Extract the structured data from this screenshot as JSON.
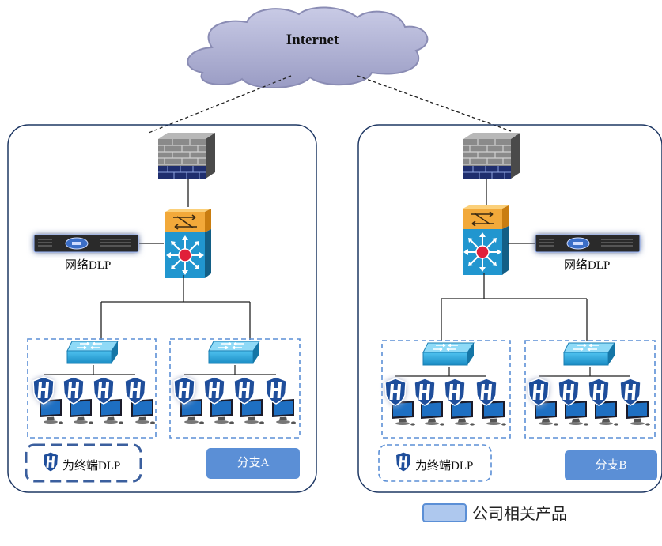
{
  "cloud": {
    "label": "Internet"
  },
  "branches": [
    {
      "name": "分支A",
      "network_dlp_label": "网络DLP",
      "endpoint_dlp_label": "为终端DLP"
    },
    {
      "name": "分支B",
      "network_dlp_label": "网络DLP",
      "endpoint_dlp_label": "为终端DLP"
    }
  ],
  "legend": {
    "label": "公司相关产品"
  },
  "colors": {
    "accent": "#5b8fd6",
    "border": "#1f3864",
    "switch": "#2aa6dd",
    "firewall": "#7f7f7f",
    "router_top": "#f0a830",
    "router_body": "#1f8fc0",
    "cloud": "#b6b8d6"
  }
}
